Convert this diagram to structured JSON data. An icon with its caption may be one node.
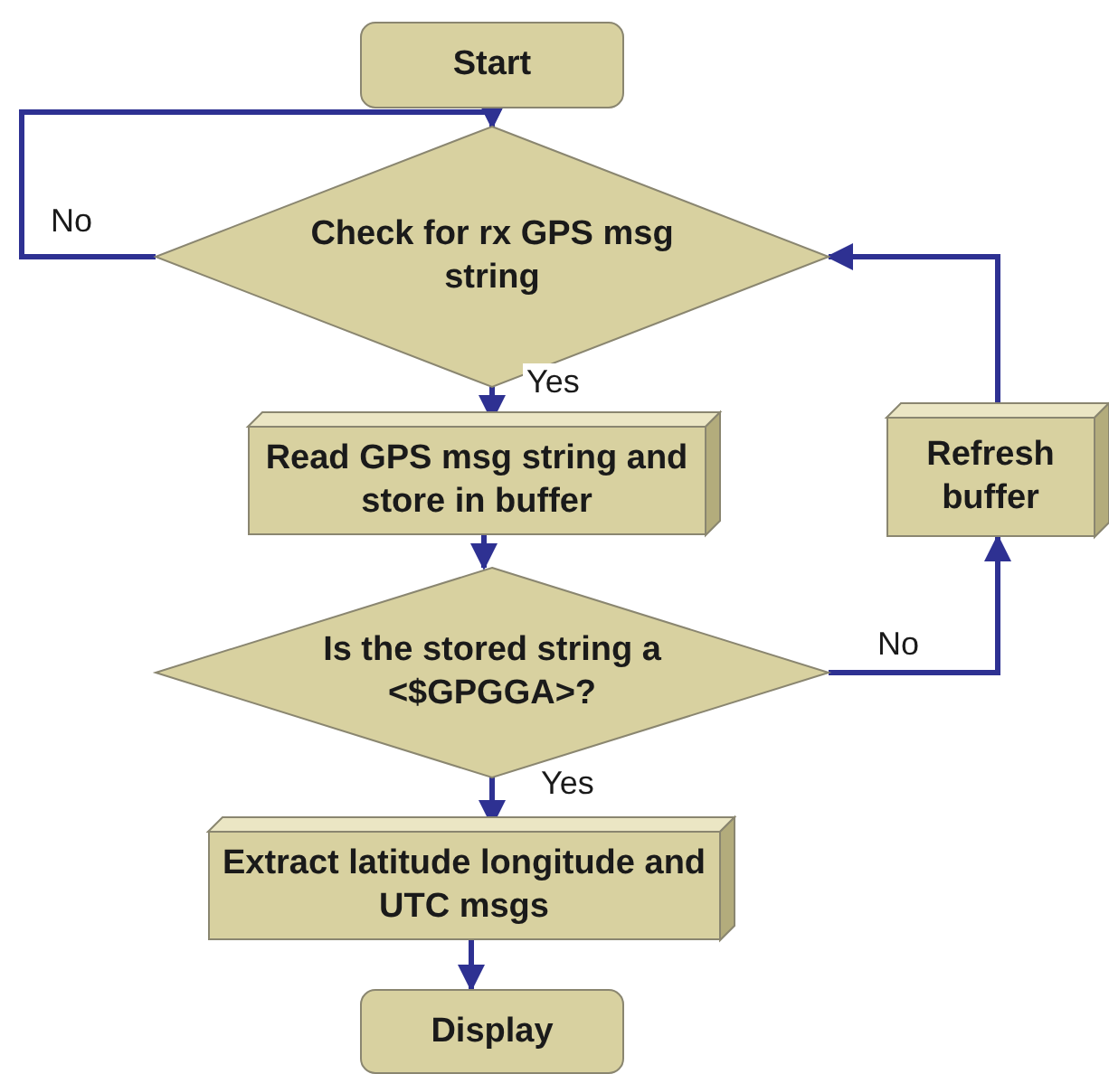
{
  "diagram": {
    "nodes": [
      {
        "text": [
          "Start"
        ]
      },
      {
        "text": [
          "Check for rx GPS msg string"
        ]
      },
      {
        "text": [
          "Read GPS msg string and store in buffer"
        ]
      },
      {
        "text": [
          "Refresh buffer"
        ]
      },
      {
        "text": [
          "Is the stored string a <$GPGGA>?"
        ]
      },
      {
        "text": [
          "Extract latitude longitude and UTC msgs"
        ]
      },
      {
        "text": [
          "Display"
        ]
      }
    ],
    "edges": [
      {
        "from": 0,
        "to": 1,
        "arrow": "to"
      },
      {
        "from": 1,
        "to": 1,
        "arrow": "to",
        "label": "No"
      },
      {
        "from": 1,
        "to": 2,
        "arrow": "to",
        "label": "Yes"
      },
      {
        "from": 2,
        "to": 4,
        "arrow": "to"
      },
      {
        "from": 4,
        "to": 3,
        "arrow": "to",
        "label": "No"
      },
      {
        "from": 3,
        "to": 1,
        "arrow": "to"
      },
      {
        "from": 4,
        "to": 5,
        "arrow": "to",
        "label": "Yes"
      },
      {
        "from": 5,
        "to": 6,
        "arrow": "to"
      }
    ]
  }
}
